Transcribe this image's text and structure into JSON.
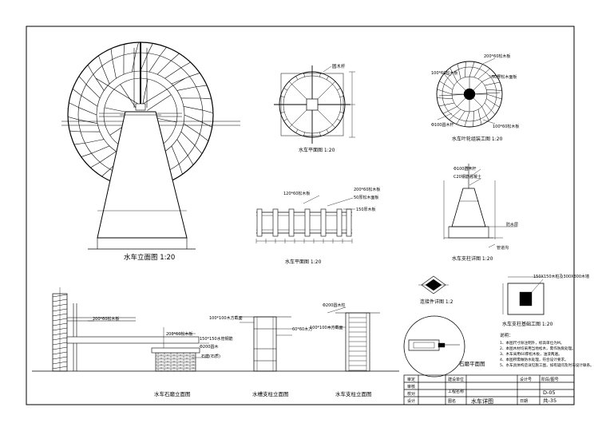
{
  "captions": {
    "waterwheel_elevation": "水车立面图  1:20",
    "wheel_plan": "水车平面图   1:20",
    "wheel_detail": "水车叶轮组装工图  1:20",
    "trough_plan": "水车平面图  1:20",
    "support_detail": "水车支柱详图 1:20",
    "connector_detail": "连接件详图 1:2",
    "base_detail": "水车支柱基础工图 1:20",
    "millstone_plan": "石磨平面图",
    "mill_elevation": "水车石磨立面图",
    "flume_support": "水槽支柱立面图",
    "wheel_support": "水车支柱立面图"
  },
  "labels": {
    "a1": "圆木杆",
    "b1": "100*60松木板",
    "b2": "50厚松木面板",
    "b3": "200*60松木板",
    "c1": "120*60松木板",
    "c2": "200*60松木板",
    "c3": "50厚松木面板",
    "c4": "150厚木板",
    "d1": "Φ100圆木杆",
    "d2": "C20钢筋混凝土",
    "d3": "防水层",
    "d4": "管道沟",
    "e1": "150X150木桩及300X300木墙",
    "f1": "Φ200圆木",
    "f2": "150*150水管钢筋",
    "f3": "200*60松木板",
    "f4": "石磨(石质)",
    "f5": "Φ200圆木",
    "f6": "200*60松木板",
    "g1": "100*100木方截面",
    "g2": "60*60木方",
    "h1": "Φ200圆木柱"
  },
  "notes": {
    "title": "说明：",
    "lines": [
      "1、本图尺寸除注明外，标高单位为M。",
      "2、本图木材均采用当地松木，需作防腐处理。",
      "3、木车采用60厚松木板，油漆两遍。",
      "4、本图所需做防水处理，符合设计要求。",
      "5、水车具体构造详见施工图，如有疑问及时与设计联系。"
    ]
  },
  "title_block": {
    "row1": "审定",
    "row2": "审核",
    "row3": "校对",
    "row4": "设计",
    "project_label": "建设单位",
    "subproject_label": "工程名称",
    "drawing_label": "图名",
    "drawing_name": "水车详图",
    "design_no_label": "设计号",
    "stage_label": "阶段/图号",
    "sheet_no": "D-05",
    "sheet_total": "共-35",
    "date_label": "日期"
  }
}
